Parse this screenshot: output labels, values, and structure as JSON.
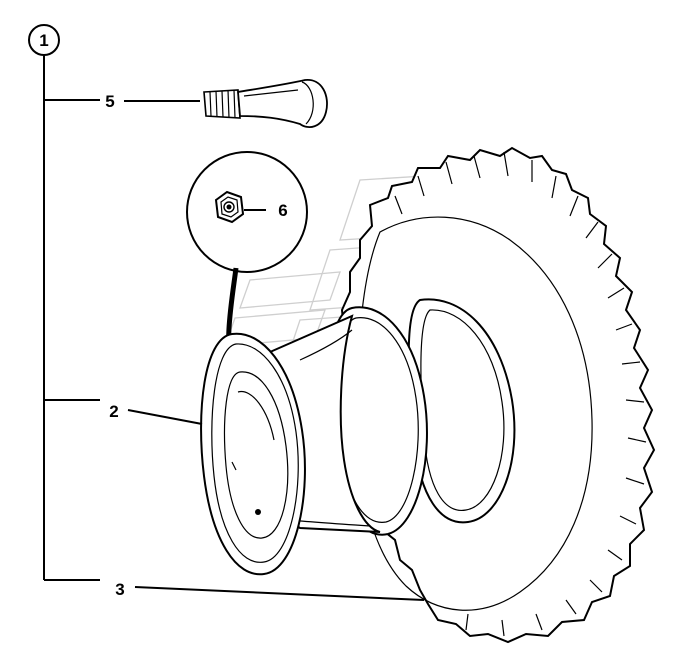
{
  "callouts": {
    "assembly": "1",
    "rim": "2",
    "tire": "3",
    "valve": "5",
    "nut": "6"
  },
  "colors": {
    "line": "#000000",
    "watermark": "#cfcfcf",
    "background": "#ffffff"
  }
}
